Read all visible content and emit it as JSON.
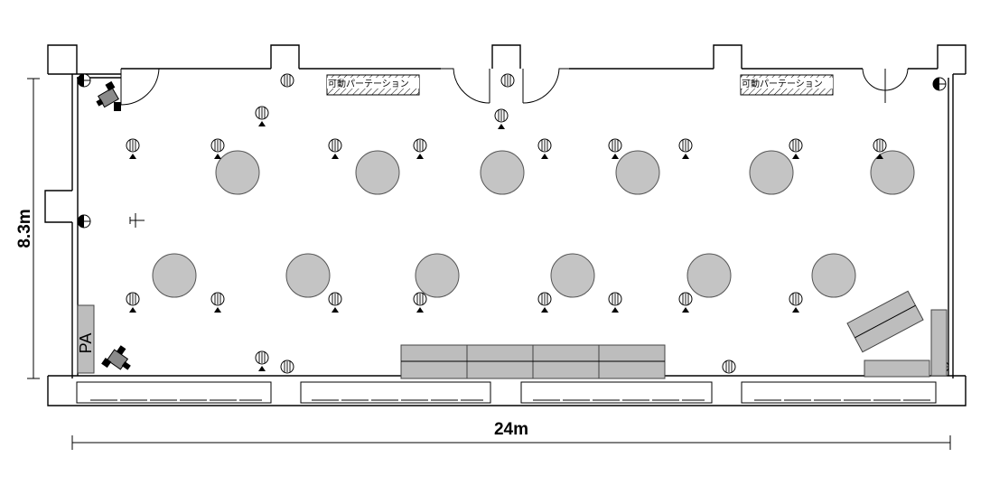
{
  "dimensions": {
    "width_label": "24m",
    "depth_label": "8.3m"
  },
  "partition_labels": [
    "可動パーテーション",
    "可動パーテーション"
  ],
  "pa_label": "PA",
  "icons": {
    "spotlight": "spotlight-icon",
    "camera": "camera-icon",
    "aircraft": "airplane-marker-icon"
  },
  "colors": {
    "table_fill": "#c4c4c4",
    "line": "#000000"
  }
}
